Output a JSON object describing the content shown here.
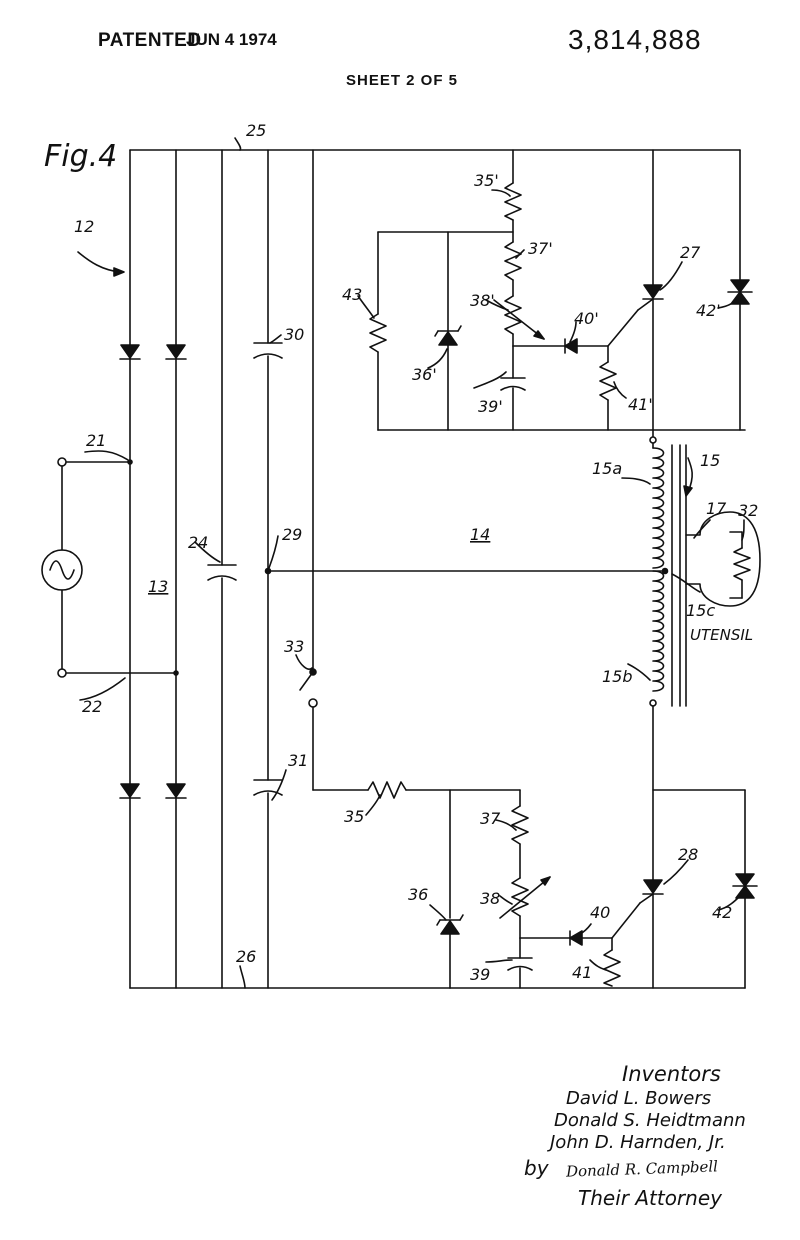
{
  "header": {
    "patented_label": "PATENTED",
    "date": "JUN 4 1974",
    "patent_number": "3,814,888",
    "sheet": "SHEET 2 OF 5"
  },
  "figure": {
    "title": "Fig.4",
    "labels": {
      "n12": "12",
      "n13": "13",
      "n14": "14",
      "n15": "15",
      "n15a": "15a",
      "n15b": "15b",
      "n15c": "15c",
      "n17": "17",
      "n21": "21",
      "n22": "22",
      "n24": "24",
      "n25": "25",
      "n26": "26",
      "n27": "27",
      "n28": "28",
      "n29": "29",
      "n30": "30",
      "n31": "31",
      "n32": "32",
      "n33": "33",
      "n35": "35",
      "n35p": "35'",
      "n36": "36",
      "n36p": "36'",
      "n37": "37",
      "n37p": "37'",
      "n38": "38",
      "n38p": "38'",
      "n39": "39",
      "n39p": "39'",
      "n40": "40",
      "n40p": "40'",
      "n41": "41",
      "n41p": "41'",
      "n42": "42",
      "n42p": "42'",
      "n43": "43",
      "utensil": "UTENSIL"
    }
  },
  "signature": {
    "heading": "Inventors",
    "inventors": [
      "David L. Bowers",
      "Donald S. Heidtmann",
      "John D. Harnden, Jr."
    ],
    "by": "by",
    "attorney_signature": "Donald R. Campbell",
    "attorney_title": "Their Attorney"
  }
}
